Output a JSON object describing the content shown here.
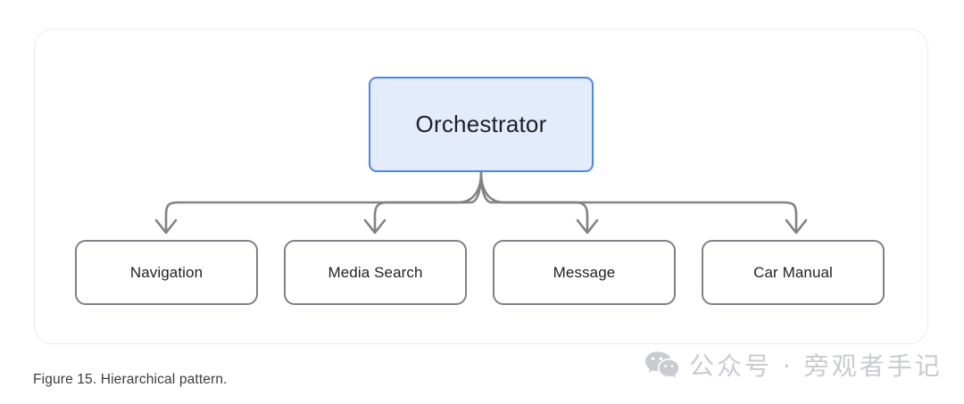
{
  "figure": {
    "caption": "Figure 15. Hierarchical pattern.",
    "card_border_color": "#ececed"
  },
  "diagram": {
    "type": "hierarchy",
    "root": {
      "label": "Orchestrator",
      "fill_color": "#e4ebfb",
      "border_color": "#4589f0",
      "text_color": "#1f2024"
    },
    "children": [
      {
        "label": "Navigation",
        "fill_color": "#ffffff",
        "border_color": "#7d8084"
      },
      {
        "label": "Media Search",
        "fill_color": "#ffffff",
        "border_color": "#7d8084"
      },
      {
        "label": "Message",
        "fill_color": "#ffffff",
        "border_color": "#7d8084"
      },
      {
        "label": "Car Manual",
        "fill_color": "#ffffff",
        "border_color": "#7d8084"
      }
    ],
    "connector": {
      "style": "elbow-arrow",
      "color": "#808285",
      "arrowhead": "open-v"
    }
  },
  "watermark": {
    "icon": "wechat-icon",
    "text": "公众号 · 旁观者手记",
    "color": "#c9cbd0"
  }
}
